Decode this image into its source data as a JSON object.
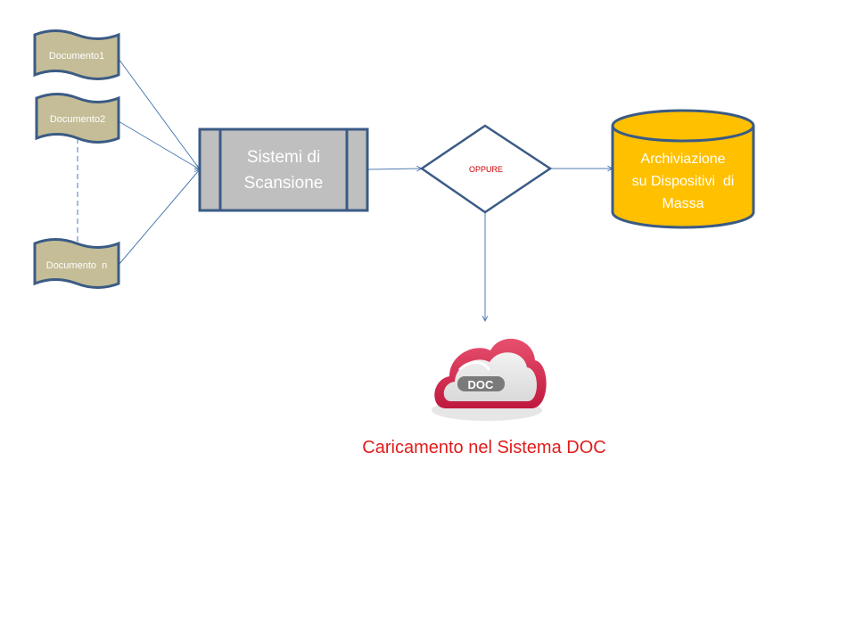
{
  "documents": [
    {
      "label": "Documento1"
    },
    {
      "label": "Documento2"
    },
    {
      "label": "Documento  n"
    }
  ],
  "scanner": {
    "line1": "Sistemi di",
    "line2": "Scansione"
  },
  "decision": {
    "label": "OPPURE"
  },
  "storage": {
    "line1": "Archiviazione",
    "line2": "su Dispositivi  di",
    "line3": "Massa"
  },
  "cloud": {
    "logo_text": "DOC",
    "caption": "Caricamento nel Sistema DOC"
  },
  "colors": {
    "document_fill": "#c4bd97",
    "shape_border": "#3b5b85",
    "scanner_fill": "#bfbfbf",
    "storage_fill": "#ffc000",
    "connector": "#4f7bb0",
    "decision_text": "#cc0000",
    "cloud_red": "#d4234a",
    "caption": "#e21b1b"
  }
}
